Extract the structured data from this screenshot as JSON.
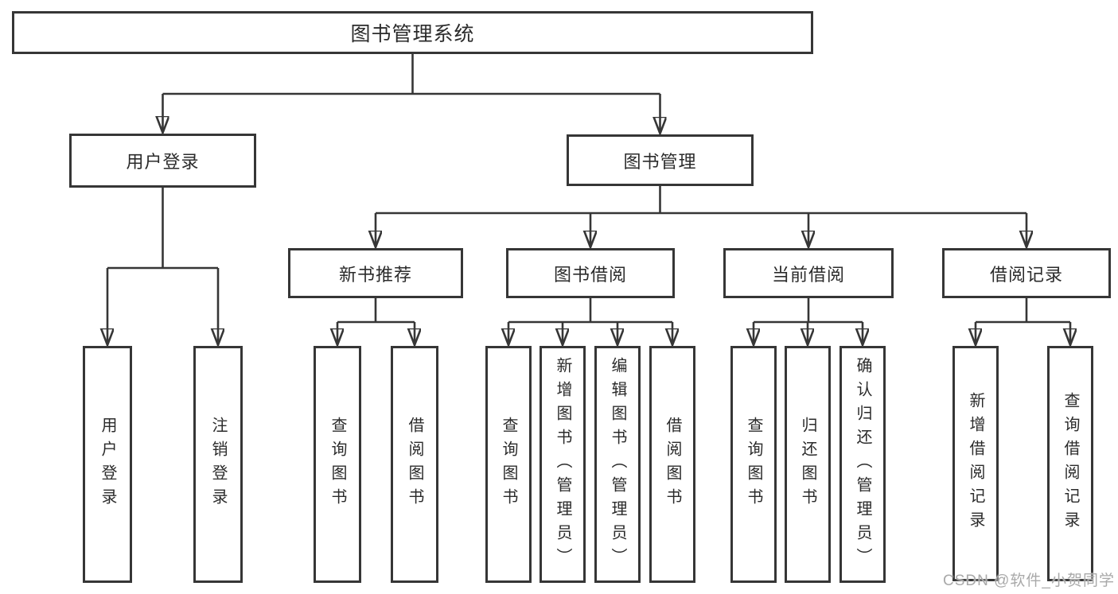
{
  "tree": {
    "root": {
      "label": "图书管理系统",
      "children": [
        {
          "label": "用户登录",
          "children": [
            {
              "label": "用户登录"
            },
            {
              "label": "注销登录"
            }
          ]
        },
        {
          "label": "图书管理",
          "children": [
            {
              "label": "新书推荐",
              "children": [
                {
                  "label": "查询图书"
                },
                {
                  "label": "借阅图书"
                }
              ]
            },
            {
              "label": "图书借阅",
              "children": [
                {
                  "label": "查询图书"
                },
                {
                  "label": "新增图书（管理员）"
                },
                {
                  "label": "编辑图书（管理员）"
                },
                {
                  "label": "借阅图书"
                }
              ]
            },
            {
              "label": "当前借阅",
              "children": [
                {
                  "label": "查询图书"
                },
                {
                  "label": "归还图书"
                },
                {
                  "label": "确认归还（管理员）"
                }
              ]
            },
            {
              "label": "借阅记录",
              "children": [
                {
                  "label": "新增借阅记录"
                },
                {
                  "label": "查询借阅记录"
                }
              ]
            }
          ]
        }
      ]
    }
  },
  "watermark": {
    "text": "CSDN @软件_小贺同学"
  },
  "colors": {
    "background": "#ffffff",
    "line": "#363636",
    "box_border": "#363636",
    "text": "#2b2b2b",
    "watermark": "#a9a9a9"
  }
}
